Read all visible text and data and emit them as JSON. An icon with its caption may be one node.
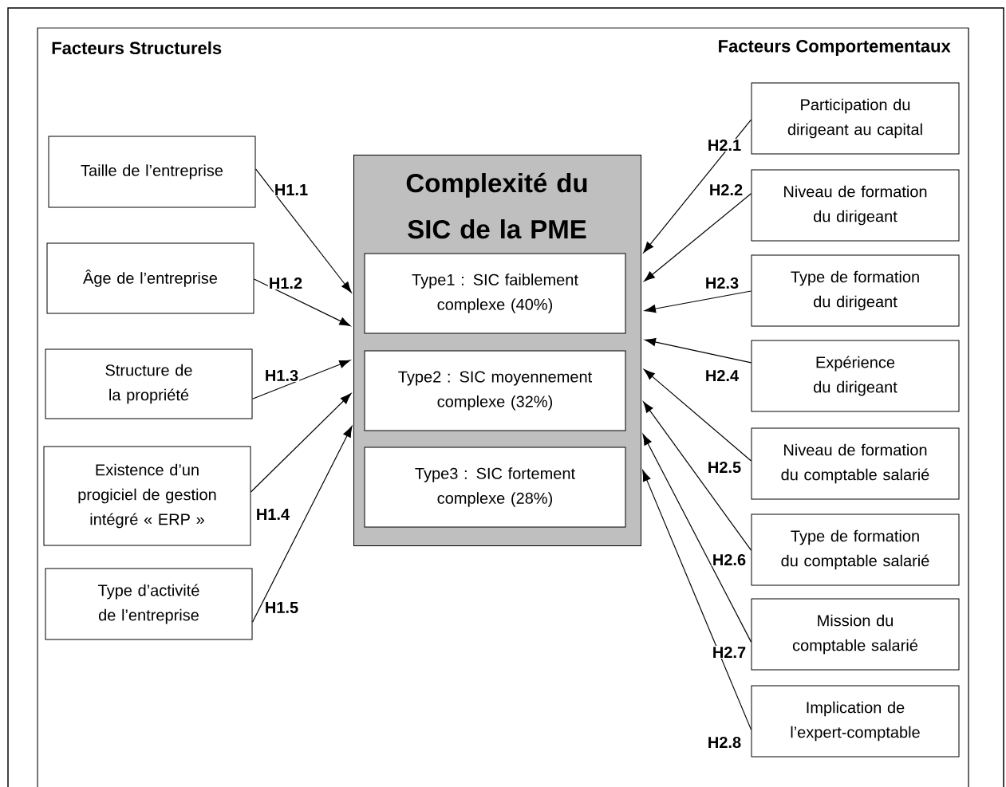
{
  "diagram": {
    "nodes": [
      {
        "text": [
          "Complexité du SIC de la PME"
        ]
      },
      {
        "text": [
          "Type1 : SIC faiblement complexe (40%)"
        ],
        "in": 0
      },
      {
        "text": [
          "Type2 : SIC moyennement complexe (32%)"
        ],
        "in": 0
      },
      {
        "text": [
          "Type3 : SIC fortement complexe (28%)"
        ],
        "in": 0
      },
      {
        "text": [
          "Taille de l’entreprise"
        ]
      },
      {
        "text": [
          "Âge de l’entreprise"
        ]
      },
      {
        "text": [
          "Structure de la propriété"
        ]
      },
      {
        "text": [
          "Existence d’un progiciel de gestion intégré « ERP »"
        ]
      },
      {
        "text": [
          "Type d’activité de l’entreprise"
        ]
      },
      {
        "text": [
          "Participation du dirigeant au capital"
        ]
      },
      {
        "text": [
          "Niveau de formation du dirigeant"
        ]
      },
      {
        "text": [
          "Type de formation du dirigeant"
        ]
      },
      {
        "text": [
          "Expérience du dirigeant"
        ]
      },
      {
        "text": [
          "Niveau de formation du comptable salarié"
        ]
      },
      {
        "text": [
          "Type de formation du comptable salarié"
        ]
      },
      {
        "text": [
          "Mission du comptable salarié"
        ]
      },
      {
        "text": [
          "Implication de l’expert-comptable"
        ]
      }
    ],
    "edges": [
      {
        "from": 4,
        "to": 0,
        "arrow": "to",
        "label": "H1.1"
      },
      {
        "from": 5,
        "to": 0,
        "arrow": "to",
        "label": "H1.2"
      },
      {
        "from": 6,
        "to": 0,
        "arrow": "to",
        "label": "H1.3"
      },
      {
        "from": 7,
        "to": 0,
        "arrow": "to",
        "label": "H1.4"
      },
      {
        "from": 8,
        "to": 0,
        "arrow": "to",
        "label": "H1.5"
      },
      {
        "from": 9,
        "to": 0,
        "arrow": "to",
        "label": "H2.1"
      },
      {
        "from": 10,
        "to": 0,
        "arrow": "to",
        "label": "H2.2"
      },
      {
        "from": 11,
        "to": 0,
        "arrow": "to",
        "label": "H2.3"
      },
      {
        "from": 12,
        "to": 0,
        "arrow": "to",
        "label": "H2.4"
      },
      {
        "from": 13,
        "to": 0,
        "arrow": "to",
        "label": "H2.5"
      },
      {
        "from": 14,
        "to": 0,
        "arrow": "to",
        "label": "H2.6"
      },
      {
        "from": 15,
        "to": 0,
        "arrow": "to",
        "label": "H2.7"
      },
      {
        "from": 16,
        "to": 0,
        "arrow": "to",
        "label": "H2.8"
      }
    ],
    "labels": [
      "Facteurs Structurels",
      "Facteurs Comportementaux"
    ]
  }
}
